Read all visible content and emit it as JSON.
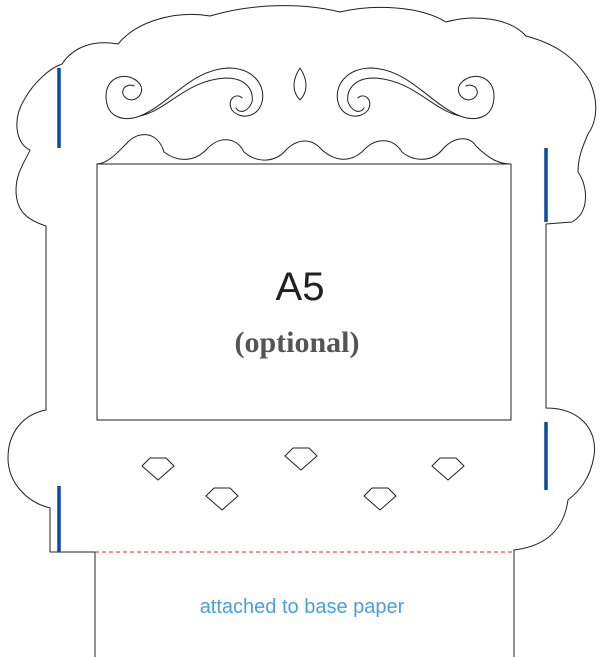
{
  "labels": {
    "size": "A5",
    "optional": "(optional)",
    "base": "attached to base paper"
  },
  "colors": {
    "outline": "#231f20",
    "fold_marks": "#0b4aa2",
    "dashed_line": "#e02a2a",
    "base_text": "#4a9fd6",
    "optional_text": "#555555"
  }
}
